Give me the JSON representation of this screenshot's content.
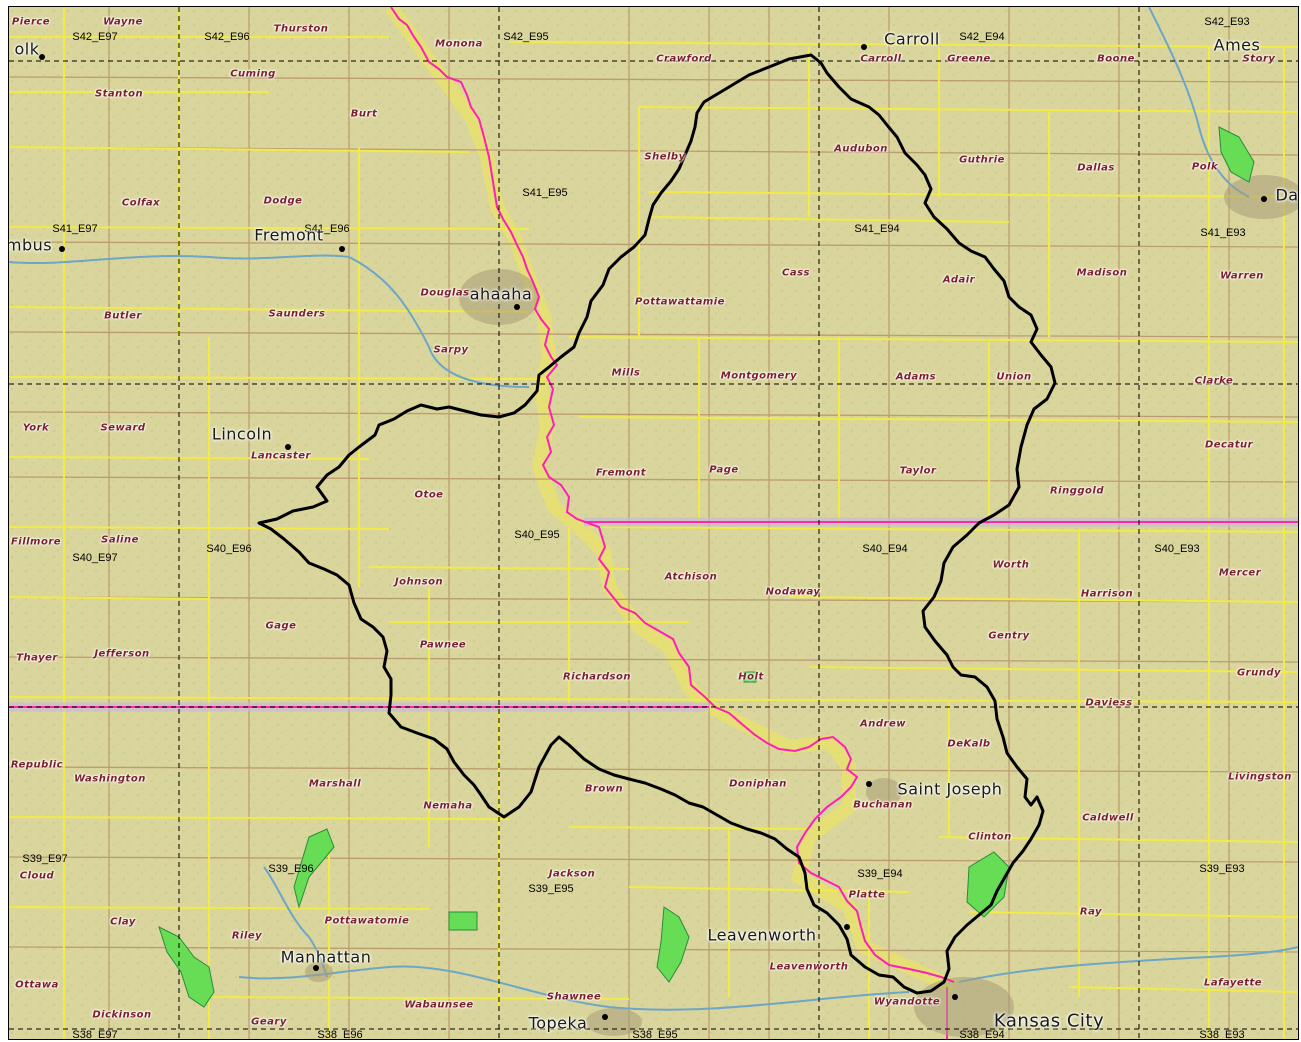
{
  "map": {
    "colors": {
      "land": "#d9d59c",
      "county_lines": "#f1ea4a",
      "township_lines": "#b8946a",
      "state_lines": "#ff2aa8",
      "river": "#ff1fb5",
      "watershed_boundary": "#000000",
      "grid": "#000000",
      "water": "#6ea6c8",
      "urban": "#a89a7a",
      "lake_green": "#66dd55"
    },
    "grid_labels": [
      "S42_E97",
      "S42_E96",
      "S42_E95",
      "S42_E94",
      "S42_E93",
      "S41_E97",
      "S41_E96",
      "S41_E95",
      "S41_E94",
      "S41_E93",
      "S40_E97",
      "S40_E96",
      "S40_E95",
      "S40_E94",
      "S40_E93",
      "S39_E97",
      "S39_E96",
      "S39_E95",
      "S39_E94",
      "S39_E93",
      "S38_E97",
      "S38_E96",
      "S38_E95",
      "S38_E94",
      "S38_E93"
    ],
    "cities": [
      "olk",
      "Fremont",
      "ahaaha",
      "Lincoln",
      "Carroll",
      "Ames",
      "Da",
      "Saint Joseph",
      "Leavenworth",
      "Manhattan",
      "Topeka",
      "Kansas City",
      "mbus"
    ],
    "counties": [
      "Pierce",
      "Wayne",
      "Thurston",
      "Monona",
      "Crawford",
      "Carroll",
      "Greene",
      "Boone",
      "Story",
      "Stanton",
      "Cuming",
      "Burt",
      "Shelby",
      "Audubon",
      "Guthrie",
      "Dallas",
      "Polk",
      "Colfax",
      "Dodge",
      "Cass",
      "Adair",
      "Madison",
      "Warren",
      "Douglas",
      "Butler",
      "Saunders",
      "Sarpy",
      "Pottawattamie",
      "Mills",
      "Montgomery",
      "Adams",
      "Union",
      "Clarke",
      "York",
      "Seward",
      "Lancaster",
      "Fremont",
      "Page",
      "Taylor",
      "Ringgold",
      "Decatur",
      "Otoe",
      "Fillmore",
      "Saline",
      "Johnson",
      "Atchison",
      "Nodaway",
      "Worth",
      "Harrison",
      "Mercer",
      "Gage",
      "Gentry",
      "Thayer",
      "Jefferson",
      "Pawnee",
      "Richardson",
      "Holt",
      "Grundy",
      "Andrew",
      "Daviess",
      "DeKalb",
      "Republic",
      "Washington",
      "Marshall",
      "Nemaha",
      "Brown",
      "Doniphan",
      "Buchanan",
      "Livingston",
      "Caldwell",
      "Clinton",
      "Cloud",
      "Jackson",
      "Platte",
      "Clay",
      "Pottawatomie",
      "Ray",
      "Riley",
      "Ottawa",
      "Wabaunsee",
      "Shawnee",
      "Leavenworth",
      "Lafayette",
      "Dickinson",
      "Geary",
      "Wyandotte"
    ]
  }
}
